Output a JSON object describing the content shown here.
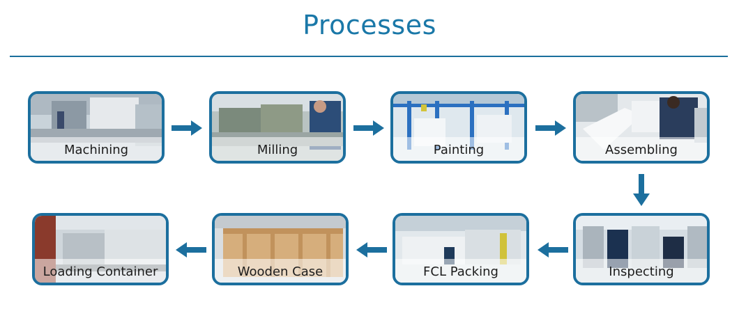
{
  "title": "Processes",
  "steps": [
    {
      "label": "Machining"
    },
    {
      "label": "Milling"
    },
    {
      "label": "Painting"
    },
    {
      "label": "Assembling"
    },
    {
      "label": "Inspecting"
    },
    {
      "label": "FCL Packing"
    },
    {
      "label": "Wooden Case"
    },
    {
      "label": "Loading Container"
    }
  ],
  "colors": {
    "accent": "#1c6f9e",
    "title": "#1a78a8"
  }
}
